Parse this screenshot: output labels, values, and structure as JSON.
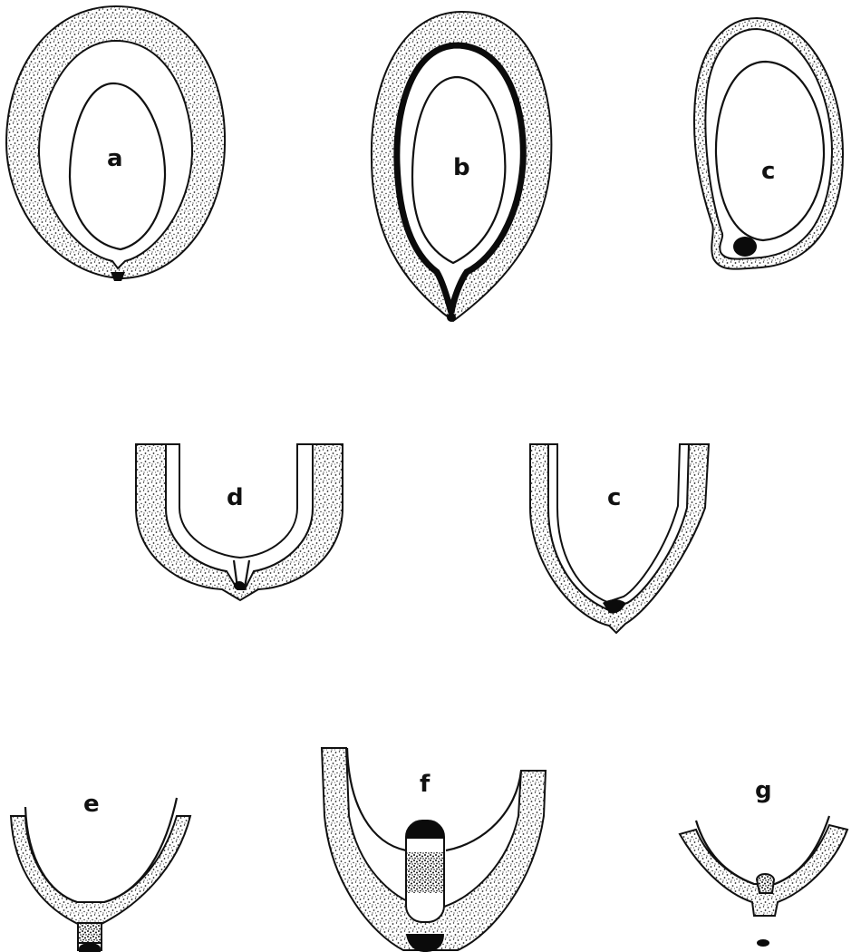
{
  "panels": [
    {
      "id": "a",
      "label": "a"
    },
    {
      "id": "b",
      "label": "b"
    },
    {
      "id": "c1",
      "label": "c"
    },
    {
      "id": "d",
      "label": "d"
    },
    {
      "id": "c2",
      "label": "c"
    },
    {
      "id": "e",
      "label": "e"
    },
    {
      "id": "f",
      "label": "f"
    },
    {
      "id": "g",
      "label": "g"
    }
  ],
  "colors": {
    "ink": "#111111",
    "paper": "#ffffff"
  }
}
